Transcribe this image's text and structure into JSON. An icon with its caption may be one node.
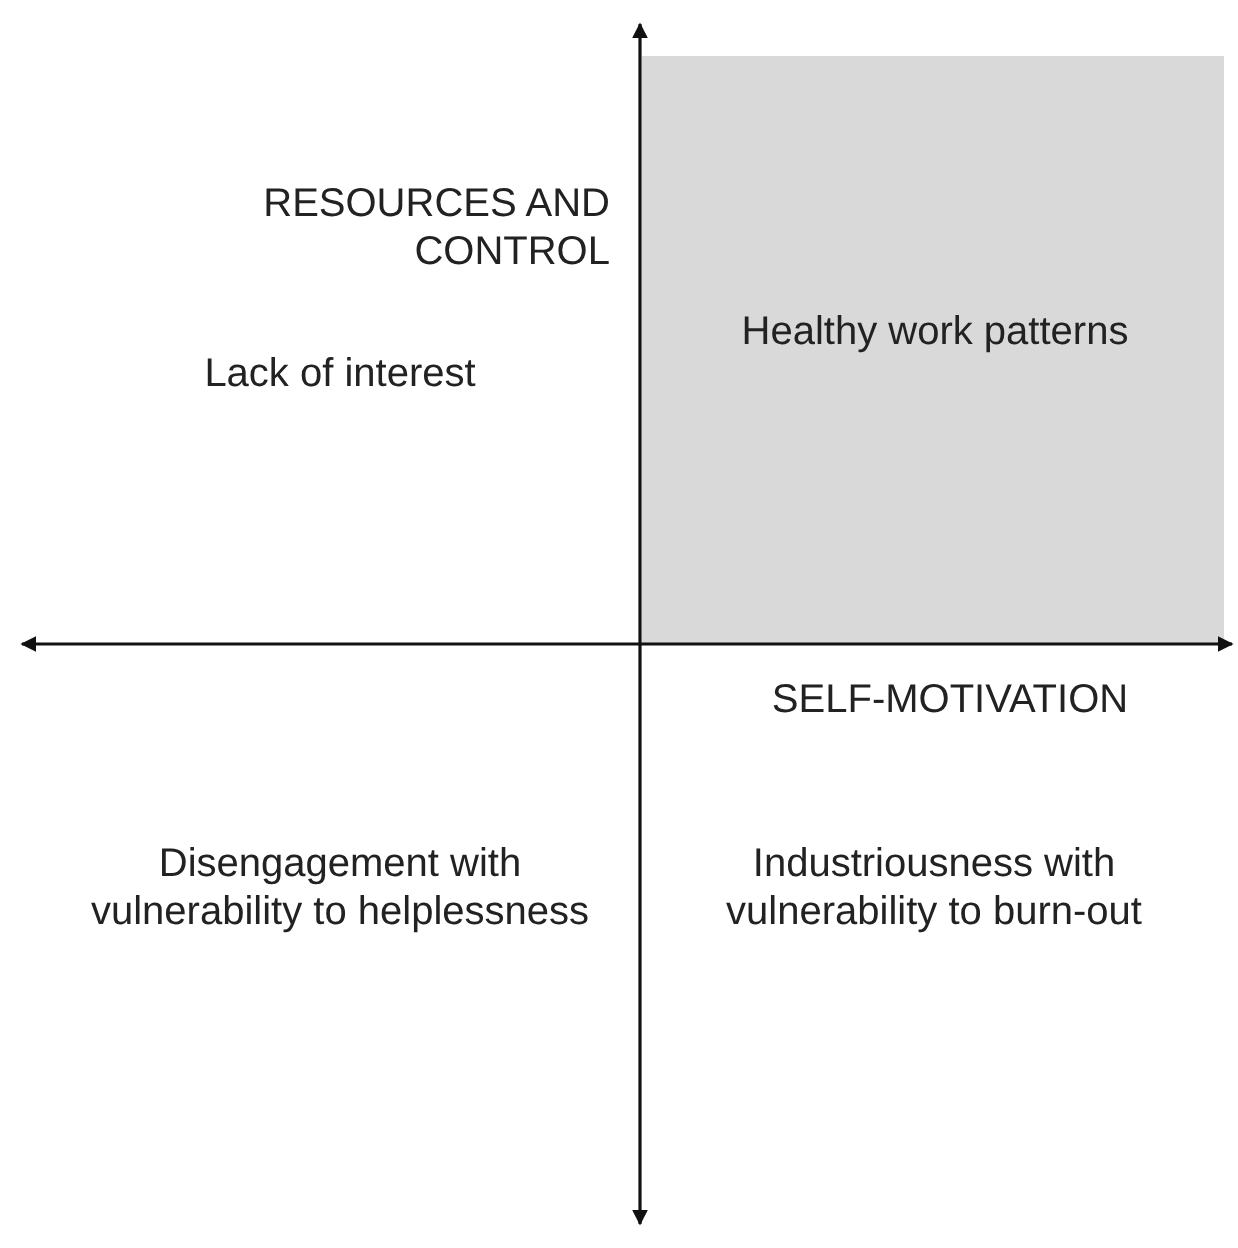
{
  "diagram": {
    "nodes": [
      {
        "text": [
          "Healthy work patterns"
        ]
      }
    ],
    "labels": [
      "RESOURCES AND CONTROL",
      "Lack of interest",
      "SELF-MOTIVATION",
      "Disengagement with vulnerability to helplessness",
      "Industriousness with vulnerability to burn-out"
    ]
  }
}
